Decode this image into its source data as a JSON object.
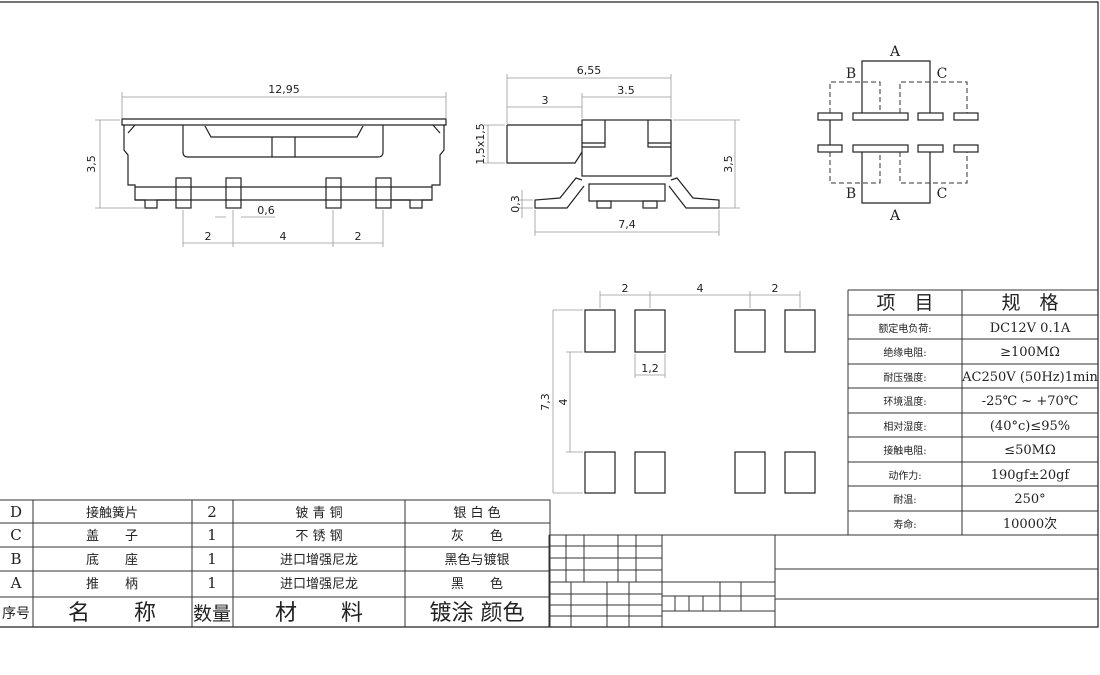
{
  "front_view": {
    "dims": {
      "width": "12,95",
      "height": "3,5",
      "pin_width": "0,6",
      "pitch_left": "2",
      "pitch_mid": "4",
      "pitch_right": "2"
    }
  },
  "side_view": {
    "dims": {
      "total": "6,55",
      "lever": "3",
      "body": "3.5",
      "lever_size": "1,5x1,5",
      "height": "3,5",
      "foot": "0,3",
      "span": "7,4"
    }
  },
  "schematic": {
    "labels": {
      "a_top": "A",
      "b_top": "B",
      "c_top": "C",
      "a_bottom": "A",
      "b_bottom": "B",
      "c_bottom": "C"
    }
  },
  "footprint": {
    "dims": {
      "pitch_left": "2",
      "pitch_mid": "4",
      "pitch_right": "2",
      "pad_width": "1,2",
      "row_gap": "4",
      "total": "7,3"
    }
  },
  "spec_table": {
    "header": {
      "item": "项　目",
      "spec": "规　格"
    },
    "rows": [
      {
        "item": "额定电负荷:",
        "spec": "DC12V 0.1A"
      },
      {
        "item": "绝缘电阻:",
        "spec": "≥100MΩ"
      },
      {
        "item": "耐压强度:",
        "spec": "AC250V (50Hz)1min"
      },
      {
        "item": "环境温度:",
        "spec": "-25℃ ~ +70℃"
      },
      {
        "item": "相对湿度:",
        "spec": "(40°c)≤95%"
      },
      {
        "item": "接触电阻:",
        "spec": "≤50MΩ"
      },
      {
        "item": "动作力:",
        "spec": "190gf±20gf"
      },
      {
        "item": "耐温:",
        "spec": "250°"
      },
      {
        "item": "寿命:",
        "spec": "10000次"
      }
    ]
  },
  "parts_table": {
    "rows": [
      {
        "no": "D",
        "name": "接触簧片",
        "qty": "2",
        "material": "铍 青 铜",
        "finish": "银 白 色"
      },
      {
        "no": "C",
        "name": "盖　　子",
        "qty": "1",
        "material": "不 锈 钢",
        "finish": "灰　　色"
      },
      {
        "no": "B",
        "name": "底　　座",
        "qty": "1",
        "material": "进口增强尼龙",
        "finish": "黑色与镀银"
      },
      {
        "no": "A",
        "name": "推　　柄",
        "qty": "1",
        "material": "进口增强尼龙",
        "finish": "黑　　色"
      }
    ],
    "header": {
      "no": "序号",
      "name": "名　　称",
      "qty": "数量",
      "material": "材　　料",
      "finish": "镀涂 颜色"
    }
  }
}
